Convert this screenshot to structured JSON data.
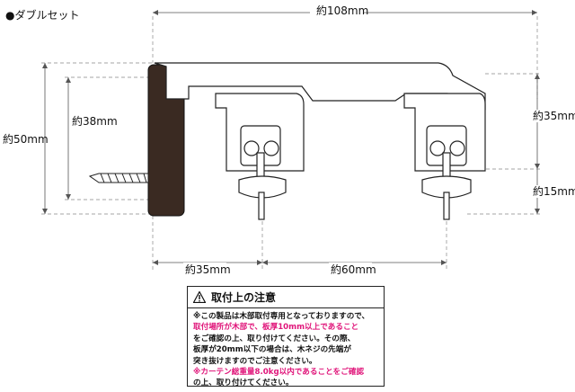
{
  "title": "●ダブルセット",
  "dimensions": {
    "total_width": "約108mm",
    "total_height": "約50mm",
    "inner_height": "約38mm",
    "right_height": "約35mm",
    "right_bottom": "約15mm",
    "bottom_left": "約35mm",
    "bottom_right": "約60mm"
  },
  "notice": {
    "heading": "取付上の注意",
    "lines": [
      {
        "text": "※この製品は木部取付専用となっておりますので、",
        "color": "#111111"
      },
      {
        "text": "取付場所が木部で、板厚10mm以上であること",
        "color": "#e0157a"
      },
      {
        "text": "をご確認の上、取り付けてください。その際、",
        "color": "#111111"
      },
      {
        "text": "板厚が20mm以下の場合は、木ネジの先端が",
        "color": "#111111"
      },
      {
        "text": "突き抜けますのでご注意ください。",
        "color": "#111111"
      },
      {
        "text": "※カーテン総重量8.0kg以内であることをご確認",
        "color": "#e0157a"
      },
      {
        "text": "の上、取り付けてください。",
        "color": "#111111"
      }
    ]
  },
  "colors": {
    "accent": "#e0157a",
    "wood": "#3a2a22"
  },
  "icons": {
    "warning": "warning-triangle-icon"
  }
}
